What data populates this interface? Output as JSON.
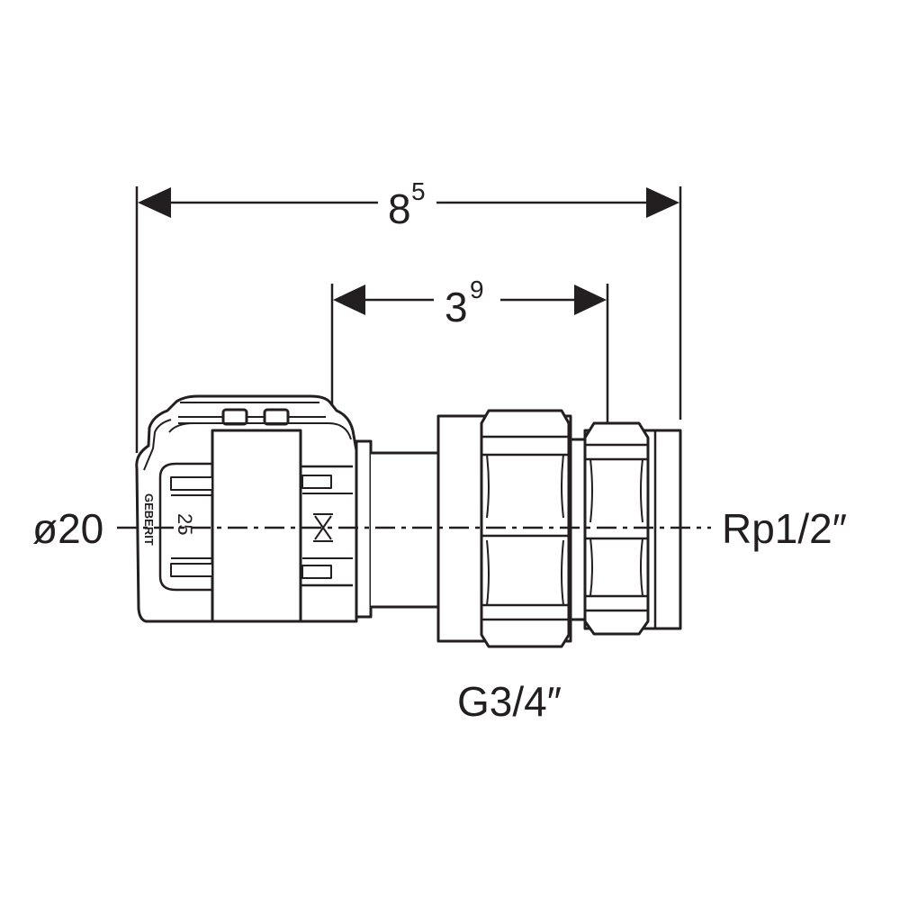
{
  "dimensions": {
    "overall": {
      "base": "8",
      "sup": "5"
    },
    "inner": {
      "base": "3",
      "sup": "9"
    }
  },
  "labels": {
    "pipe_diameter": "ø20",
    "outlet_thread": "Rp1/2″",
    "nut_thread": "G3/4″"
  },
  "fitting_markings": {
    "brand": "GEBERIT",
    "size": "25"
  },
  "colors": {
    "line": "#231f20",
    "fill": "#ffffff"
  }
}
